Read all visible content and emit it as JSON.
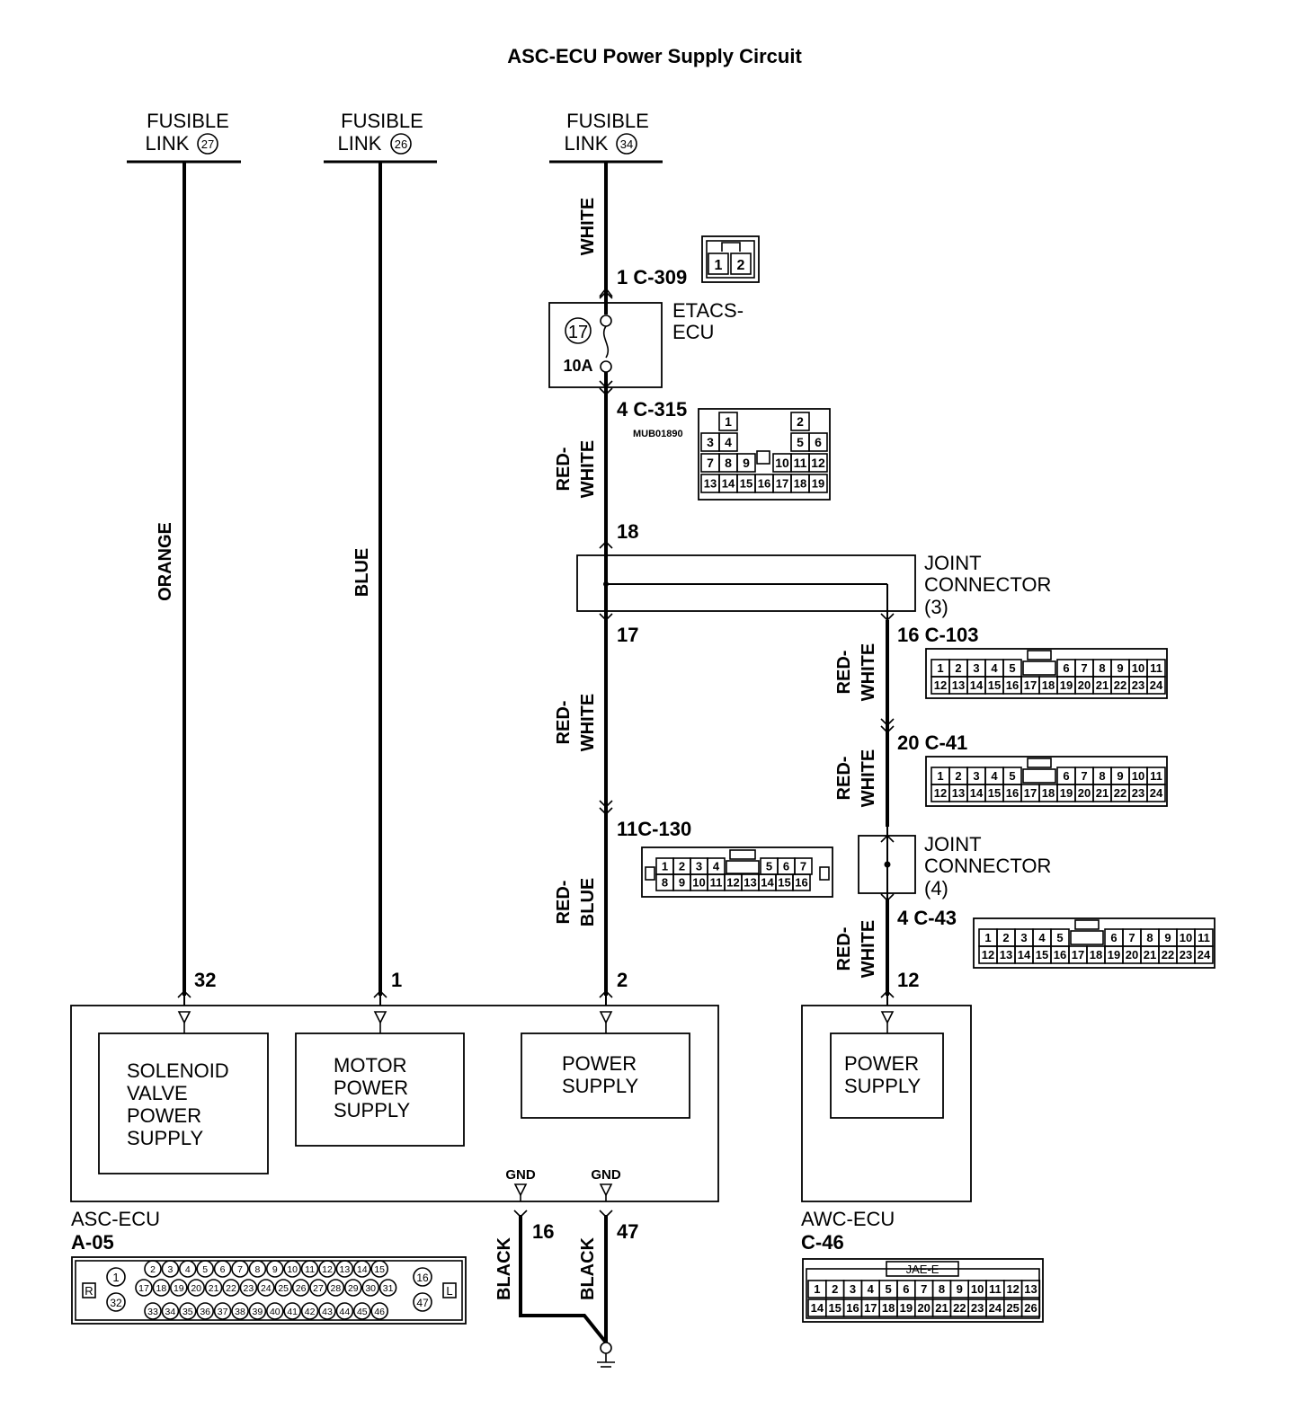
{
  "title": "ASC-ECU Power Supply Circuit",
  "fusible_links": [
    {
      "label": "FUSIBLE",
      "label2": "LINK",
      "number": "27"
    },
    {
      "label": "FUSIBLE",
      "label2": "LINK",
      "number": "26"
    },
    {
      "label": "FUSIBLE",
      "label2": "LINK",
      "number": "34"
    }
  ],
  "wires": {
    "orange": "ORANGE",
    "blue": "BLUE",
    "white": "WHITE",
    "red_white_a_1": "RED-",
    "red_white_a_2": "WHITE",
    "red_white_b_1": "RED-",
    "red_white_b_2": "WHITE",
    "red_blue_1": "RED-",
    "red_blue_2": "BLUE",
    "red_white_c_1": "RED-",
    "red_white_c_2": "WHITE",
    "red_white_d_1": "RED-",
    "red_white_d_2": "WHITE",
    "red_white_e_1": "RED-",
    "red_white_e_2": "WHITE",
    "black_1": "BLACK",
    "black_2": "BLACK"
  },
  "connectors": {
    "c309": "1 C-309",
    "c315": "4 C-315",
    "c315_code": "MUB01890",
    "pin18": "18",
    "pin17": "17",
    "c103": "16 C-103",
    "c41": "20 C-41",
    "c130": "11C-130",
    "c43": "4 C-43",
    "pin32": "32",
    "pin1": "1",
    "pin2": "2",
    "pin12": "12",
    "pin16": "16",
    "pin47": "47"
  },
  "etacs": {
    "label1": "ETACS-",
    "label2": "ECU",
    "fuse_no": "17",
    "fuse_rating": "10A"
  },
  "joint3": {
    "l1": "JOINT",
    "l2": "CONNECTOR",
    "l3": "(3)"
  },
  "joint4": {
    "l1": "JOINT",
    "l2": "CONNECTOR",
    "l3": "(4)"
  },
  "asc_blocks": {
    "solenoid": [
      "SOLENOID",
      "VALVE",
      "POWER",
      "SUPPLY"
    ],
    "motor": [
      "MOTOR",
      "POWER",
      "SUPPLY"
    ],
    "power": [
      "POWER",
      "SUPPLY"
    ]
  },
  "awc_block": [
    "POWER",
    "SUPPLY"
  ],
  "gnd": {
    "g1": "GND",
    "g2": "GND"
  },
  "asc_ecu": {
    "name": "ASC-ECU",
    "code": "A-05"
  },
  "awc_ecu": {
    "name": "AWC-ECU",
    "code": "C-46",
    "jae": "JAE-E"
  },
  "asc_pinout": {
    "r": "R",
    "l": "L",
    "left_top": "1",
    "left_bot": "32",
    "right_top": "16",
    "right_bot": "47",
    "row1": [
      "2",
      "3",
      "4",
      "5",
      "6",
      "7",
      "8",
      "9",
      "10",
      "11",
      "12",
      "13",
      "14",
      "15"
    ],
    "row2": [
      "17",
      "18",
      "19",
      "20",
      "21",
      "22",
      "23",
      "24",
      "25",
      "26",
      "27",
      "28",
      "29",
      "30",
      "31"
    ],
    "row3": [
      "33",
      "34",
      "35",
      "36",
      "37",
      "38",
      "39",
      "40",
      "41",
      "42",
      "43",
      "44",
      "45",
      "46"
    ]
  },
  "c309_pins": [
    "1",
    "2"
  ],
  "c315_pins": {
    "r1": [
      "1",
      "2"
    ],
    "r2": [
      "3",
      "4",
      "5",
      "6"
    ],
    "r3": [
      "7",
      "8",
      "9",
      "10",
      "11",
      "12"
    ],
    "r4": [
      "13",
      "14",
      "15",
      "16",
      "17",
      "18",
      "19"
    ]
  },
  "pins24": {
    "top": [
      "1",
      "2",
      "3",
      "4",
      "5",
      "6",
      "7",
      "8",
      "9",
      "10",
      "11"
    ],
    "bot": [
      "12",
      "13",
      "14",
      "15",
      "16",
      "17",
      "18",
      "19",
      "20",
      "21",
      "22",
      "23",
      "24"
    ]
  },
  "pins16": {
    "top": [
      "1",
      "2",
      "3",
      "4",
      "5",
      "6",
      "7"
    ],
    "bot": [
      "8",
      "9",
      "10",
      "11",
      "12",
      "13",
      "14",
      "15",
      "16"
    ]
  },
  "pins26": {
    "top": [
      "1",
      "2",
      "3",
      "4",
      "5",
      "6",
      "7",
      "8",
      "9",
      "10",
      "11",
      "12",
      "13"
    ],
    "bot": [
      "14",
      "15",
      "16",
      "17",
      "18",
      "19",
      "20",
      "21",
      "22",
      "23",
      "24",
      "25",
      "26"
    ]
  }
}
